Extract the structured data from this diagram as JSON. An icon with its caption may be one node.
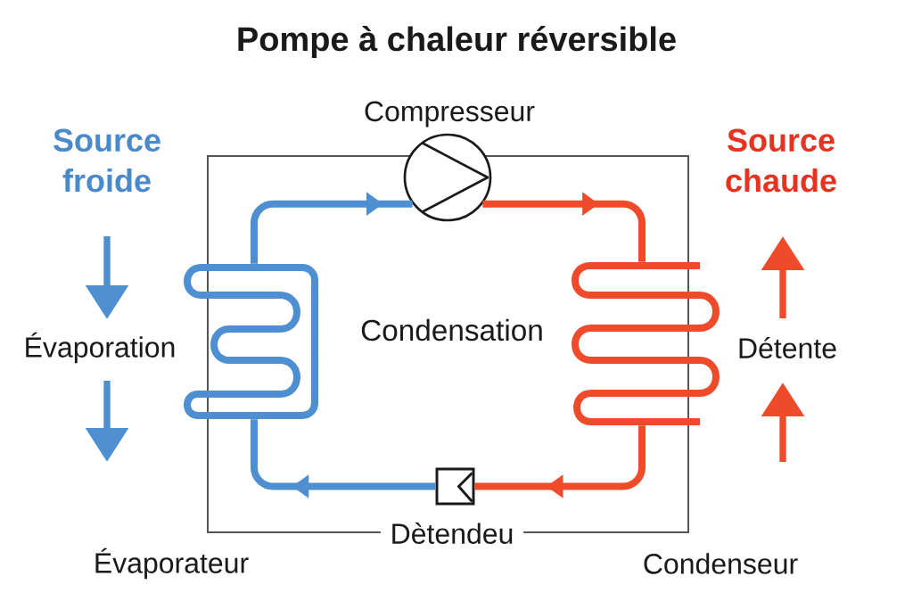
{
  "diagram": {
    "title": "Pompe à chaleur réversible",
    "nodes": [
      {
        "text": [
          "Condensation"
        ]
      },
      {
        "text": [],
        "shape": "circle",
        "beside": [
          "Compresseur"
        ]
      },
      {
        "text": [],
        "shape": "picture"
      },
      {
        "text": [],
        "shape": "picture"
      },
      {
        "text": [],
        "shape": "box",
        "beside": [
          "Dètendeu"
        ],
        "in": 0
      }
    ],
    "edges": [
      {
        "from": 2,
        "to": 1,
        "arrow": "to",
        "color": "#4d8fd0"
      },
      {
        "from": 1,
        "to": 3,
        "arrow": "to",
        "color": "#ef4b2b"
      },
      {
        "from": 3,
        "to": 4,
        "arrow": "to",
        "color": "#ef4b2b"
      },
      {
        "from": 4,
        "to": 2,
        "arrow": "to",
        "color": "#4d8fd0"
      }
    ],
    "labels": [
      "Source froide",
      "Source chaude",
      "Évaporation",
      "Détente",
      "Évaporateur",
      "Condenseur"
    ]
  }
}
